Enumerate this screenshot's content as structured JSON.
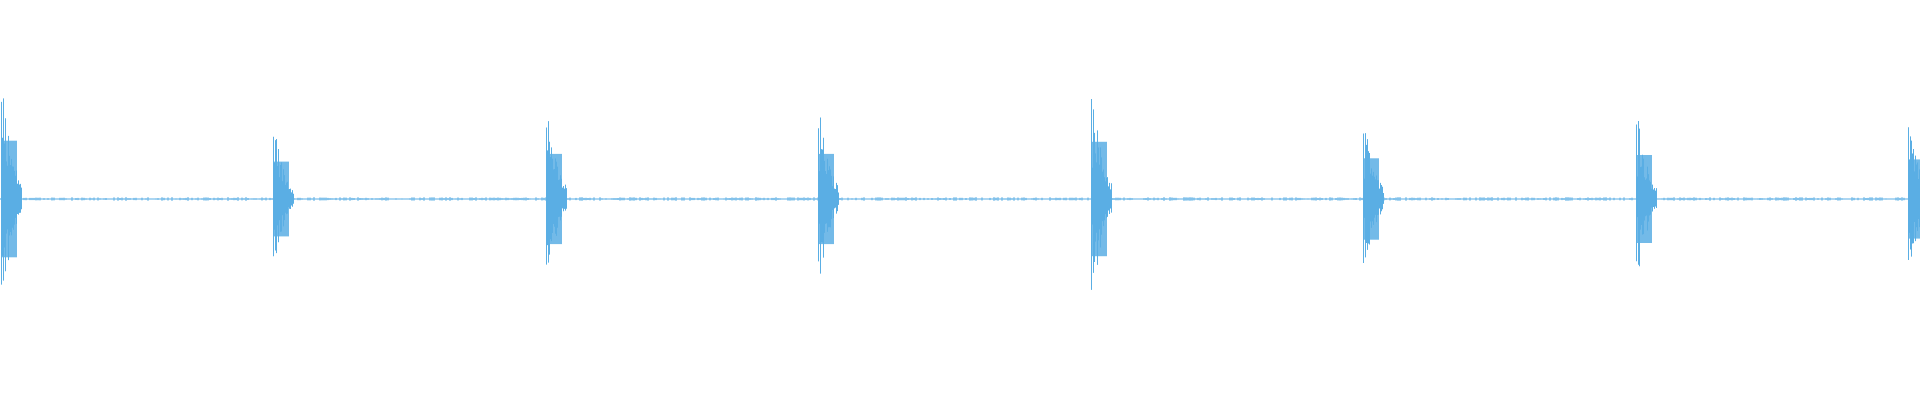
{
  "waveform": {
    "color": "#5aaee4",
    "background": "#ffffff",
    "baseline_color": "#5aaee4",
    "bursts": [
      {
        "index": 1,
        "peak_amplitude": 0.53
      },
      {
        "index": 2,
        "peak_amplitude": 0.34
      },
      {
        "index": 3,
        "peak_amplitude": 0.41
      },
      {
        "index": 4,
        "peak_amplitude": 0.41
      },
      {
        "index": 5,
        "peak_amplitude": 0.52
      },
      {
        "index": 6,
        "peak_amplitude": 0.37
      },
      {
        "index": 7,
        "peak_amplitude": 0.4
      },
      {
        "index": 8,
        "peak_amplitude": 0.36
      }
    ],
    "noise_floor": 0.01
  }
}
